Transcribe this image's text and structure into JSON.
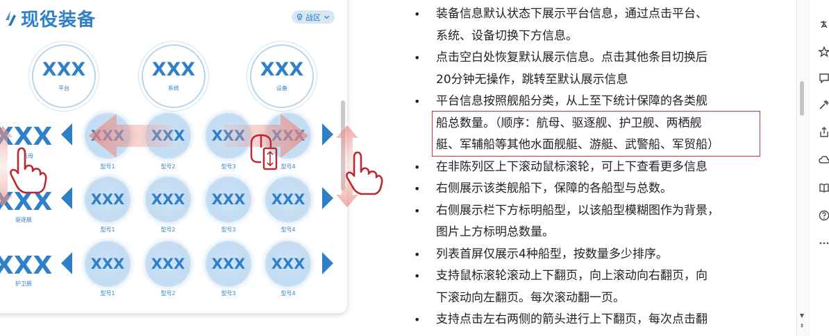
{
  "panel": {
    "title": "现役装备",
    "zone_button": "战区",
    "stats": [
      {
        "value": "XXX",
        "label": "平台"
      },
      {
        "value": "XXX",
        "label": "系统"
      },
      {
        "value": "XXX",
        "label": "设备"
      }
    ],
    "categories": [
      {
        "value": "XXX",
        "name": "航母",
        "ships": [
          {
            "value": "XXX",
            "label": "型号1"
          },
          {
            "value": "XXX",
            "label": "型号2"
          },
          {
            "value": "XXX",
            "label": "型号3"
          },
          {
            "value": "XXX",
            "label": "型号4"
          }
        ]
      },
      {
        "value": "XXX",
        "name": "驱逐舰",
        "ships": [
          {
            "value": "XXX",
            "label": "型号1"
          },
          {
            "value": "XXX",
            "label": "型号2"
          },
          {
            "value": "XXX",
            "label": "型号3"
          },
          {
            "value": "XXX",
            "label": "型号4"
          }
        ]
      },
      {
        "value": "XXX",
        "name": "护卫舰",
        "ships": [
          {
            "value": "XXX",
            "label": "型号1"
          },
          {
            "value": "XXX",
            "label": "型号2"
          },
          {
            "value": "XXX",
            "label": "型号3"
          },
          {
            "value": "XXX",
            "label": "型号4"
          }
        ]
      }
    ]
  },
  "doc": {
    "bullets": [
      {
        "lines": [
          "装备信息默认状态下展示平台信息，通过点击平台、",
          "系统、设备切换下方信息。"
        ]
      },
      {
        "lines": [
          "点击空白处恢复默认展示信息。点击其他条目切换后",
          "20分钟无操作，跳转至默认展示信息"
        ]
      },
      {
        "lines": [
          "平台信息按照舰船分类，从上至下统计保障的各类舰",
          "船总数量。（顺序：航母、驱逐舰、护卫舰、两栖舰",
          "艇、军辅船等其他水面舰艇、游艇、武警船、军贸船）"
        ]
      },
      {
        "lines": [
          "在非陈列区上下滚动鼠标滚轮，可上下查看更多信息"
        ]
      },
      {
        "lines": [
          "右侧展示该类舰船下，保障的各船型与总数。"
        ]
      },
      {
        "lines": [
          "右侧展示栏下方标明船型，以该船型模糊图作为背景，",
          "图片上方标明总数量。"
        ]
      },
      {
        "lines": [
          "列表首屏仅展示4种船型，按数量多少排序。"
        ]
      },
      {
        "lines": [
          "支持鼠标滚轮滚动上下翻页，向上滚动向右翻页，向",
          "下滚动向左翻页。每次滚动翻一页。"
        ]
      },
      {
        "lines": [
          "支持点击左右两侧的箭头进行上下翻页，每次点击翻"
        ]
      }
    ]
  },
  "colors": {
    "primary_blue": "#2f80c8",
    "highlight_red": "#c8323c",
    "hand_red": "#c0262d"
  },
  "icons": [
    "logo-icon",
    "location-pin-icon",
    "chevron-down-icon",
    "hand-cursor-icon",
    "mouse-scroll-icon",
    "arrow-left-icon",
    "arrow-right-icon"
  ]
}
